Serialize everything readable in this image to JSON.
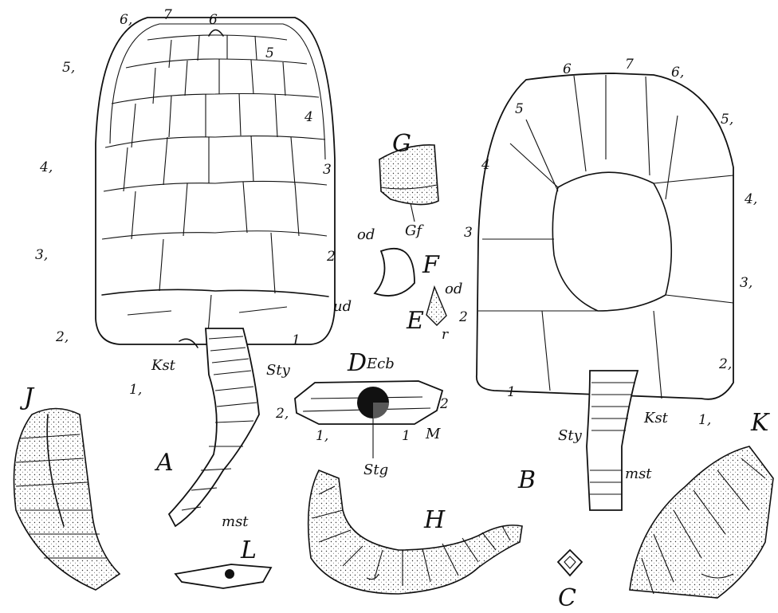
{
  "figure_labels": {
    "A": "A",
    "B": "B",
    "C": "C",
    "D": "D",
    "E": "E",
    "F": "F",
    "G": "G",
    "H": "H",
    "J": "J",
    "K": "K",
    "L": "L"
  },
  "fig_a": {
    "plate_numbers": [
      "6,",
      "7",
      "6",
      "5,",
      "5",
      "4",
      "4,",
      "3",
      "3,",
      "2",
      "2,",
      "1",
      "1,",
      "2,"
    ],
    "kst": "Kst",
    "sty": "Sty",
    "mst": "mst"
  },
  "fig_b": {
    "plate_numbers": [
      "6",
      "7",
      "6,",
      "5",
      "5,",
      "4",
      "4,",
      "3",
      "3,",
      "2",
      "2,",
      "1",
      "1,"
    ],
    "kst": "Kst",
    "sty": "Sty",
    "mst": "mst"
  },
  "fig_d": {
    "ecb": "Ecb",
    "n2": "2",
    "n1c": "1,",
    "n1": "1",
    "m": "M",
    "stg": "Stg"
  },
  "fig_ef": {
    "od_f": "od",
    "ud": "ud",
    "od_e": "od",
    "r": "r"
  },
  "fig_g": {
    "gf": "Gf"
  }
}
